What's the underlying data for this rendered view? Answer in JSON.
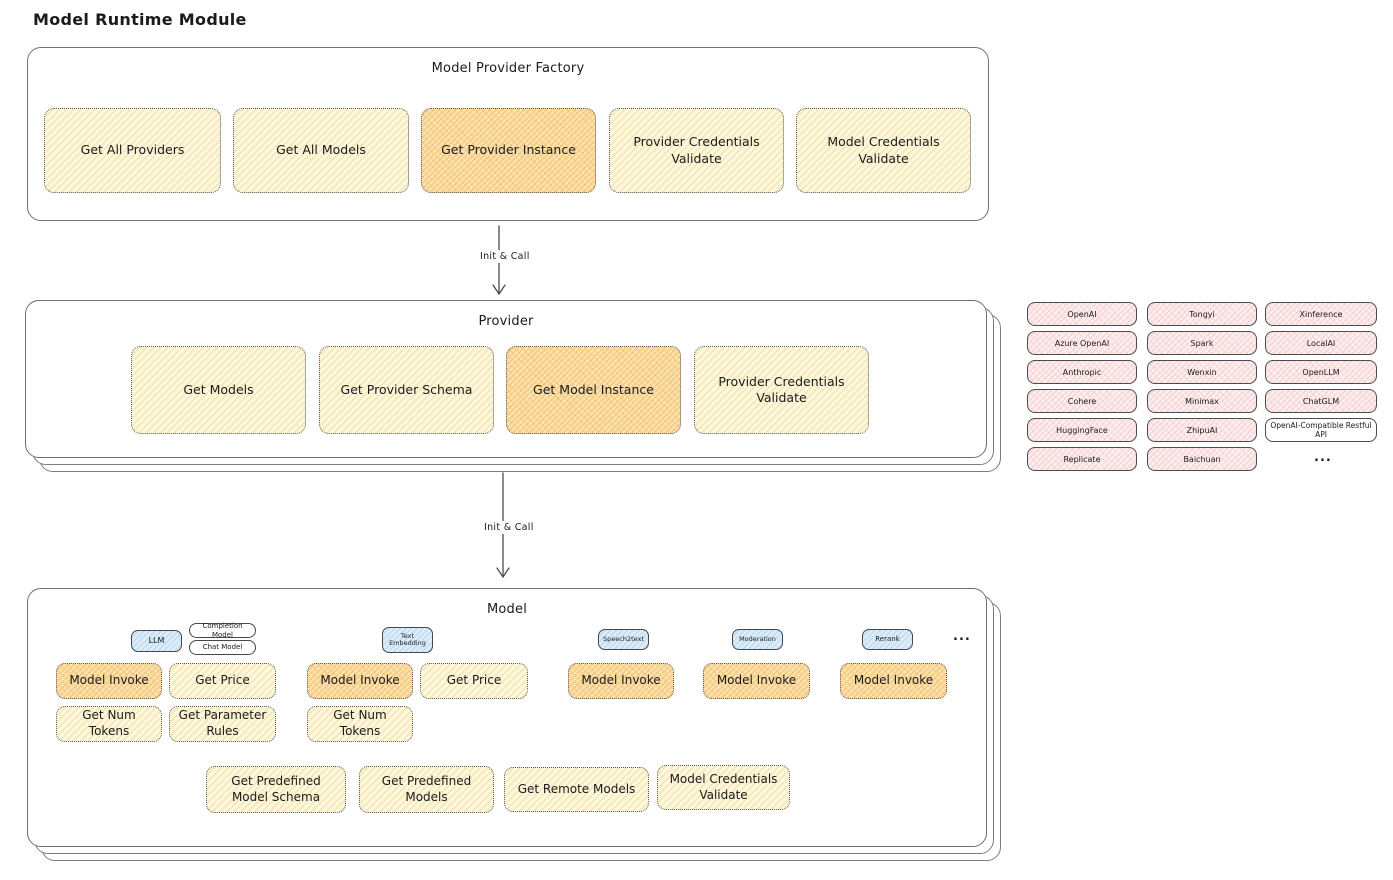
{
  "title": "Model Runtime Module",
  "arrow1": {
    "label": "Init & Call"
  },
  "arrow2": {
    "label": "Init & Call"
  },
  "factory": {
    "title": "Model Provider Factory",
    "buttons": [
      {
        "label": "Get All Providers",
        "highlighted": false
      },
      {
        "label": "Get All Models",
        "highlighted": false
      },
      {
        "label": "Get Provider Instance",
        "highlighted": true
      },
      {
        "label": "Provider Credentials Validate",
        "highlighted": false
      },
      {
        "label": "Model Credentials Validate",
        "highlighted": false
      }
    ]
  },
  "provider": {
    "title": "Provider",
    "buttons": [
      {
        "label": "Get Models",
        "highlighted": false
      },
      {
        "label": "Get Provider Schema",
        "highlighted": false
      },
      {
        "label": "Get Model Instance",
        "highlighted": true
      },
      {
        "label": "Provider Credentials Validate",
        "highlighted": false
      }
    ]
  },
  "providers_grid": {
    "col1": [
      "OpenAI",
      "Azure OpenAI",
      "Anthropic",
      "Cohere",
      "HuggingFace",
      "Replicate"
    ],
    "col2": [
      "Tongyi",
      "Spark",
      "Wenxin",
      "Minimax",
      "ZhipuAI",
      "Baichuan"
    ],
    "col3": [
      "Xinference",
      "LocalAI",
      "OpenLLM",
      "ChatGLM",
      "OpenAI-Compatible Restful API"
    ],
    "ellipsis": "..."
  },
  "model": {
    "title": "Model",
    "tags": {
      "llm": "LLM",
      "completion_model": "Completion Model",
      "chat_model": "Chat Model",
      "text_embedding": "Text Embedding",
      "speech2text": "Speech2text",
      "moderation": "Moderation",
      "rerank": "Rerank",
      "ellipsis": "..."
    },
    "buttons": {
      "model_invoke": "Model Invoke",
      "get_price": "Get Price",
      "get_num_tokens": "Get Num Tokens",
      "get_parameter_rules": "Get Parameter Rules"
    },
    "bottom_buttons": [
      "Get Predefined Model Schema",
      "Get Predefined Models",
      "Get Remote Models",
      "Model Credentials Validate"
    ]
  },
  "colors": {
    "yellow_fill": "#fdf7dd",
    "orange_fill": "#fbe3b1",
    "pink_fill": "#fdefef",
    "blue_fill": "#dcedf9",
    "box_border": "#6f6f6f",
    "dotted_border": "#5a5a5a",
    "text": "#1b1b1b"
  }
}
